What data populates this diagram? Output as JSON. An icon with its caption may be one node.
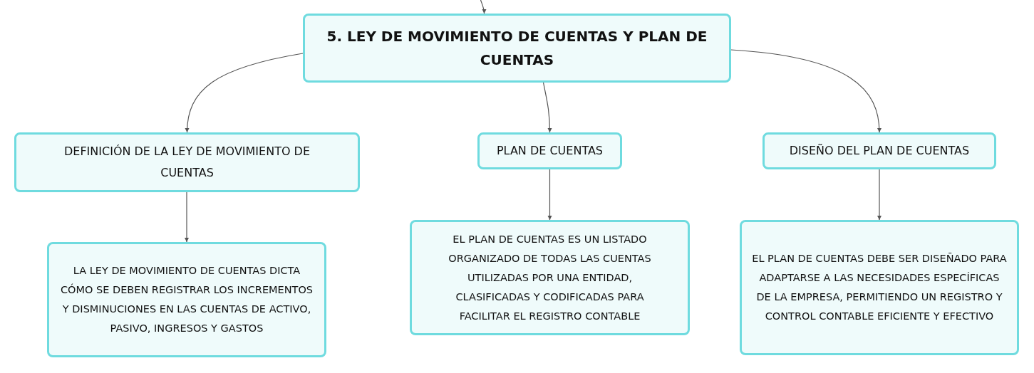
{
  "diagram": {
    "nodes": [
      {
        "text": [
          "5. LEY DE MOVIMIENTO DE CUENTAS Y PLAN DE CUENTAS"
        ]
      },
      {
        "text": [
          "DEFINICIÓN DE LA LEY DE MOVIMIENTO DE CUENTAS"
        ]
      },
      {
        "text": [
          "PLAN DE CUENTAS"
        ]
      },
      {
        "text": [
          "DISEÑO DEL PLAN DE CUENTAS"
        ]
      },
      {
        "text": [
          "LA LEY DE MOVIMIENTO DE CUENTAS DICTA CÓMO SE DEBEN REGISTRAR LOS INCREMENTOS Y DISMINUCIONES EN LAS CUENTAS DE ACTIVO, PASIVO, INGRESOS Y GASTOS"
        ]
      },
      {
        "text": [
          "EL PLAN DE CUENTAS ES UN LISTADO ORGANIZADO DE TODAS LAS CUENTAS UTILIZADAS POR UNA ENTIDAD, CLASIFICADAS Y CODIFICADAS PARA FACILITAR EL REGISTRO CONTABLE"
        ]
      },
      {
        "text": [
          "EL PLAN DE CUENTAS DEBE SER DISEÑADO PARA ADAPTARSE A LAS NECESIDADES ESPECÍFICAS DE LA EMPRESA, PERMITIENDO UN REGISTRO Y CONTROL CONTABLE EFICIENTE Y EFECTIVO"
        ]
      }
    ],
    "edges": [
      {
        "from": null,
        "to": 0,
        "arrow": "to"
      },
      {
        "from": 0,
        "to": 1,
        "arrow": "to"
      },
      {
        "from": 0,
        "to": 2,
        "arrow": "to"
      },
      {
        "from": 0,
        "to": 3,
        "arrow": "to"
      },
      {
        "from": 1,
        "to": 4,
        "arrow": "to"
      },
      {
        "from": 2,
        "to": 5,
        "arrow": "to"
      },
      {
        "from": 3,
        "to": 6,
        "arrow": "to"
      }
    ]
  }
}
